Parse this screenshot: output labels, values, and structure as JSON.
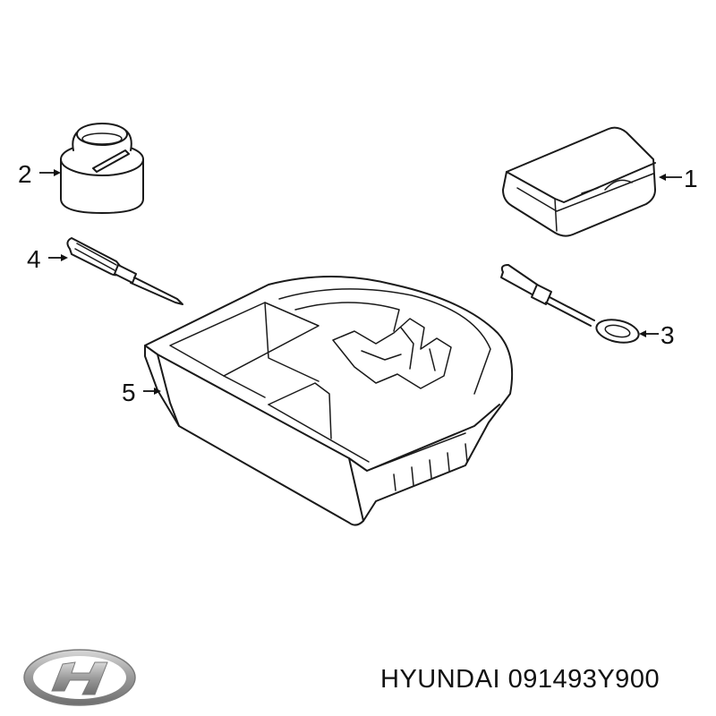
{
  "callouts": {
    "c1": "1",
    "c2": "2",
    "c3": "3",
    "c4": "4",
    "c5": "5"
  },
  "caption": "HYUNDAI 091493Y900",
  "colors": {
    "line": "#1a1a1a",
    "logo": "#9a9a9a",
    "background": "#ffffff"
  },
  "icons": {
    "logo": "hyundai-logo-icon"
  }
}
